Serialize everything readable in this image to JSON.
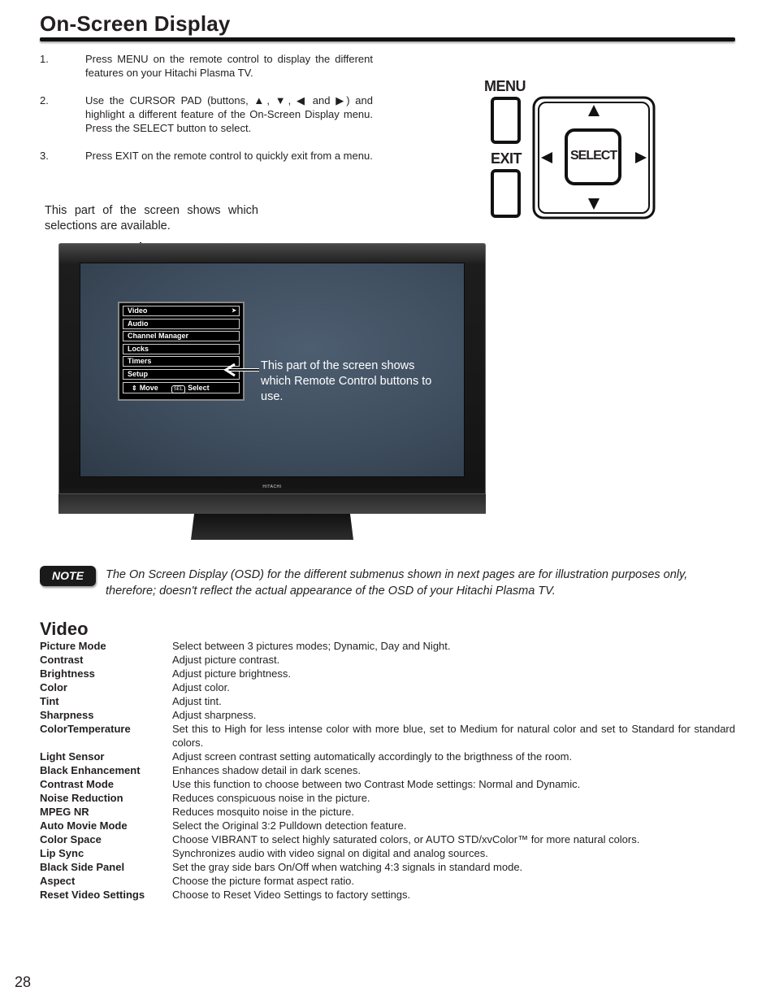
{
  "header": {
    "title": "On-Screen Display"
  },
  "steps": [
    {
      "num": "1.",
      "text": "Press MENU on the remote control to display the different features on your Hitachi Plasma TV."
    },
    {
      "num": "2.",
      "text_a": "Use the CURSOR PAD (buttons, ",
      "text_b": ") and highlight a different feature of the On-Screen Display menu. Press the SELECT button to select.",
      "and_word": "and"
    },
    {
      "num": "3.",
      "text": "Press EXIT on the remote control to quickly exit from a menu."
    }
  ],
  "remote": {
    "menu_label": "MENU",
    "exit_label": "EXIT",
    "select_label": "SELECT"
  },
  "captions": {
    "top": "This part of the screen shows which selections are available.",
    "right": "This part of the screen shows which Remote Control buttons to use."
  },
  "tv": {
    "brand": "HITACHI",
    "osd": {
      "items": [
        "Video",
        "Audio",
        "Channel Manager",
        "Locks",
        "Timers",
        "Setup"
      ],
      "footer": {
        "move": "Move",
        "sel_badge": "SEL",
        "select": "Select"
      }
    }
  },
  "note": {
    "badge": "NOTE",
    "text": "The On Screen Display (OSD) for the different submenus shown in next pages are for illustration purposes only, therefore; doesn't reflect the actual appearance of the OSD of your Hitachi Plasma TV."
  },
  "video": {
    "title": "Video",
    "items": [
      {
        "term": "Picture Mode",
        "desc": "Select between 3 pictures modes; Dynamic, Day and Night."
      },
      {
        "term": "Contrast",
        "desc": "Adjust picture contrast."
      },
      {
        "term": "Brightness",
        "desc": "Adjust picture brightness."
      },
      {
        "term": "Color",
        "desc": "Adjust color."
      },
      {
        "term": "Tint",
        "desc": "Adjust tint."
      },
      {
        "term": "Sharpness",
        "desc": "Adjust sharpness."
      },
      {
        "term": "ColorTemperature",
        "desc": "Set this to High for less intense color with more blue, set to Medium for natural color and set to Standard for standard colors."
      },
      {
        "term": "Light Sensor",
        "desc": "Adjust screen contrast setting automatically accordingly to the brigthness of the room."
      },
      {
        "term": "Black Enhancement",
        "desc": "Enhances shadow detail in dark scenes."
      },
      {
        "term": "Contrast Mode",
        "desc": "Use this function to choose between two Contrast Mode settings: Normal and Dynamic."
      },
      {
        "term": "Noise Reduction",
        "desc": "Reduces conspicuous noise in the picture."
      },
      {
        "term": "MPEG NR",
        "desc": "Reduces mosquito noise in the picture."
      },
      {
        "term": "Auto Movie Mode",
        "desc": "Select the Original 3:2 Pulldown detection feature."
      },
      {
        "term": "Color Space",
        "desc": "Choose VIBRANT to select highly saturated colors, or AUTO STD/xvColor™ for more natural colors."
      },
      {
        "term": "Lip Sync",
        "desc": "Synchronizes audio with video signal on digital and analog sources."
      },
      {
        "term": "Black Side Panel",
        "desc": "Set the gray side bars On/Off when watching 4:3 signals in standard mode."
      },
      {
        "term": "Aspect",
        "desc": "Choose the picture format aspect ratio."
      },
      {
        "term": "Reset Video Settings",
        "desc": "Choose to Reset Video Settings to factory settings."
      }
    ]
  },
  "footer": {
    "page_number": "28"
  }
}
